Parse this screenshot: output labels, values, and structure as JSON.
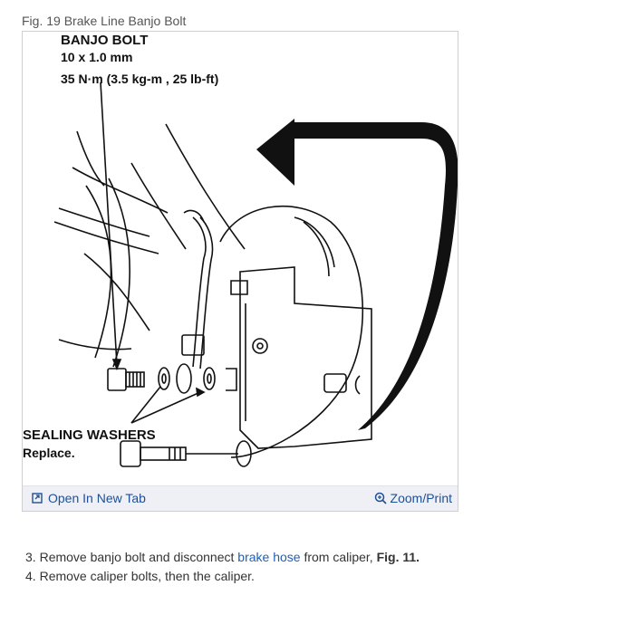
{
  "figure": {
    "caption": "Fig. 19 Brake Line Banjo Bolt",
    "labels": {
      "title": "BANJO BOLT",
      "size": "10 x 1.0 mm",
      "torque": "35 N·m (3.5 kg-m , 25 lb-ft)",
      "washers": "SEALING WASHERS",
      "replace": "Replace."
    },
    "toolbar": {
      "open_label": "Open In New Tab",
      "open_icon": "open-in-new-tab-icon",
      "zoom_label": "Zoom/Print",
      "zoom_icon": "zoom-icon"
    }
  },
  "steps": [
    {
      "number": "3.",
      "pre": "Remove banjo bolt and disconnect",
      "link": "brake hose",
      "post": "from caliper,",
      "ref": "Fig. 11."
    },
    {
      "number": "4.",
      "text": "Remove caliper bolts, then the caliper."
    }
  ],
  "colors": {
    "link": "#1f5fb4",
    "toolbar_bg": "#eef0f5"
  }
}
